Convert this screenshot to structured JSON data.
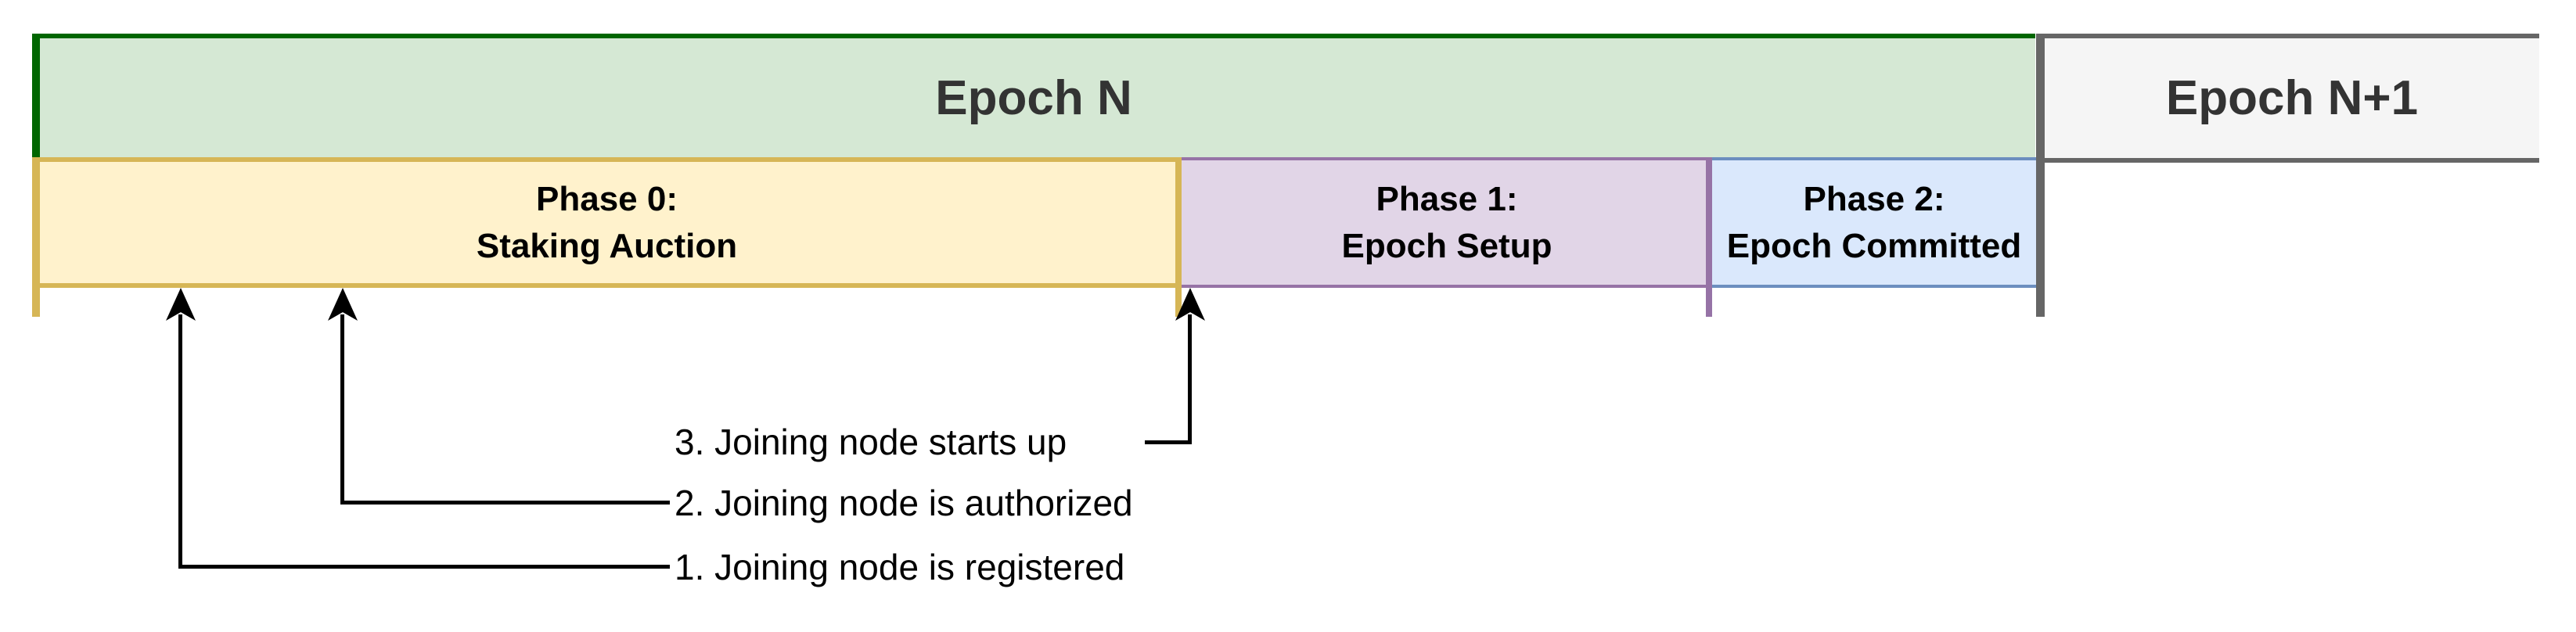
{
  "diagram": {
    "title_semantic": "Epoch phase timeline",
    "epochs": [
      {
        "id": "epoch-n",
        "label": "Epoch N",
        "fill": "#d5e8d4",
        "accent": "#006600",
        "text_color": "#333333"
      },
      {
        "id": "epoch-n-plus-1",
        "label": "Epoch N+1",
        "fill": "#f5f5f5",
        "accent": "#666666",
        "text_color": "#333333"
      }
    ],
    "phases": [
      {
        "id": "phase-0",
        "line1": "Phase 0:",
        "line2": "Staking Auction",
        "fill": "#fff2cc",
        "accent": "#d6b656"
      },
      {
        "id": "phase-1",
        "line1": "Phase 1:",
        "line2": "Epoch Setup",
        "fill": "#e1d5e7",
        "accent": "#9673a6"
      },
      {
        "id": "phase-2",
        "line1": "Phase 2:",
        "line2": "Epoch Committed",
        "fill": "#dae8fc",
        "accent": "#6c8ebf"
      }
    ],
    "events": [
      {
        "id": "event-1",
        "label": "1. Joining node is registered",
        "points_to": "early in Phase 0"
      },
      {
        "id": "event-2",
        "label": "2. Joining node is authorized",
        "points_to": "within Phase 0"
      },
      {
        "id": "event-3",
        "label": "3. Joining node starts up",
        "points_to": "Phase 0 / Phase 1 boundary"
      }
    ],
    "line_color": "#000000",
    "background": "#ffffff"
  }
}
